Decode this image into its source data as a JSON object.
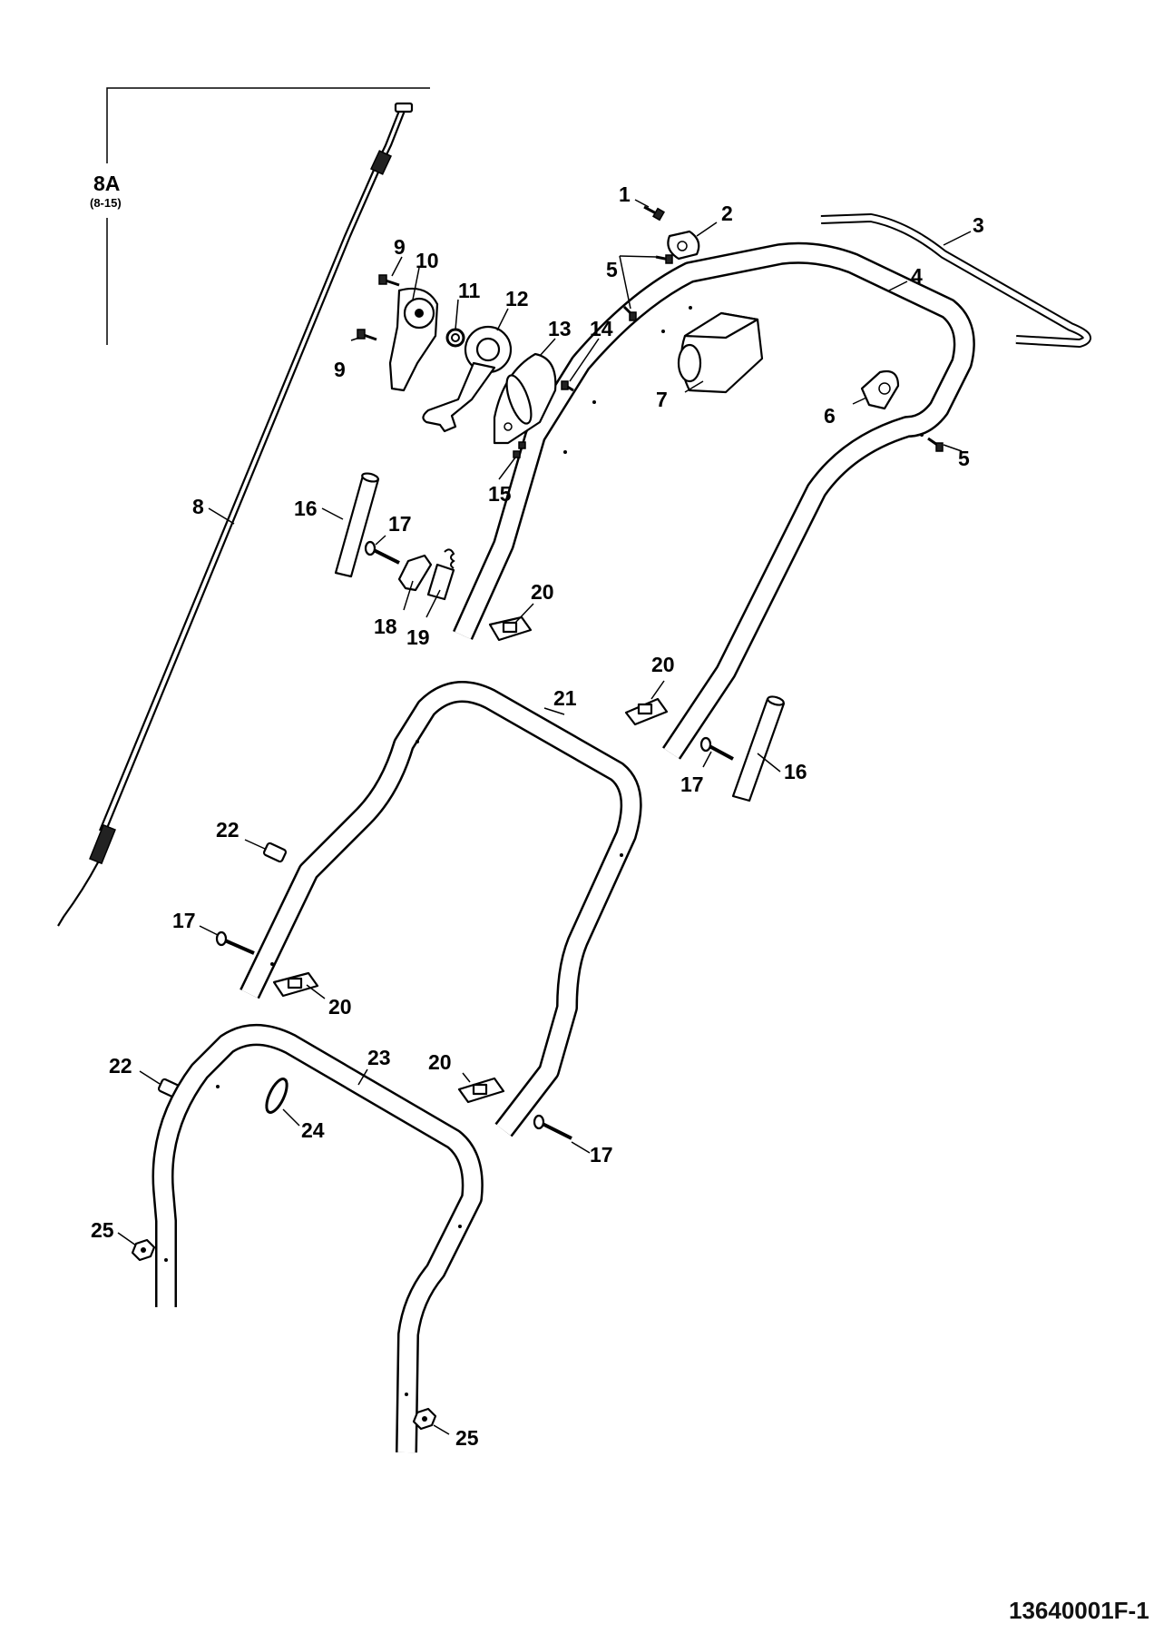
{
  "diagram": {
    "drawing_code": "13640001F-1",
    "subassembly": {
      "label": "8A",
      "range": "(8-15)"
    },
    "callouts": [
      "1",
      "2",
      "3",
      "4",
      "5",
      "5",
      "6",
      "7",
      "8",
      "9",
      "9",
      "10",
      "11",
      "12",
      "13",
      "14",
      "15",
      "16",
      "16",
      "17",
      "17",
      "17",
      "17",
      "18",
      "19",
      "20",
      "20",
      "20",
      "20",
      "21",
      "22",
      "22",
      "23",
      "24",
      "25",
      "25"
    ]
  }
}
